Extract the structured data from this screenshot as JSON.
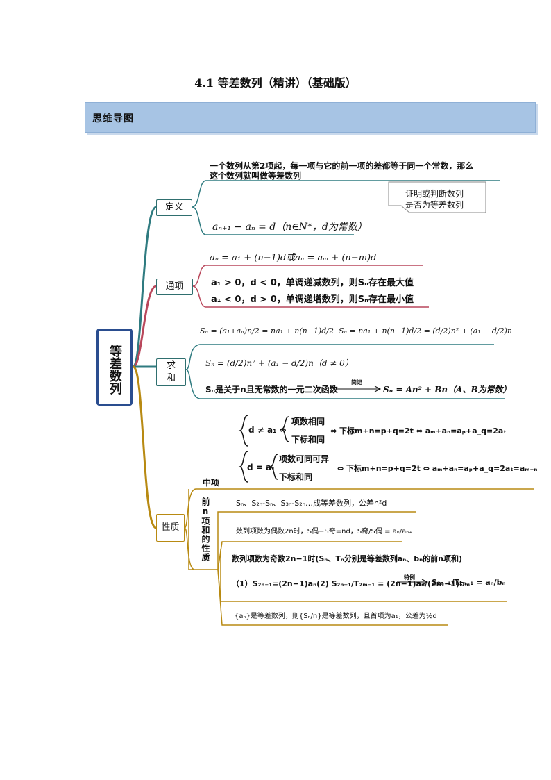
{
  "title": "4.1 等差数列（精讲）（基础版）",
  "banner": "思维导图",
  "root": "等差数列",
  "branches": {
    "definition": {
      "label": "定义",
      "text1": "一个数列从第2项起，每一项与它的前一项的差都等于同一个常数，那么",
      "text2": "这个数列就叫做等差数列",
      "callout1": "证明或判断数列",
      "callout2": "是否为等差数列",
      "formula": "aₙ₊₁ − aₙ = d（n∈N*，d为常数）"
    },
    "general_term": {
      "label": "通项",
      "formula": "aₙ = a₁ + (n−1)d或aₙ = aₘ + (n−m)d",
      "case1": "a₁ > 0，d < 0，单调递减数列，则Sₙ存在最大值",
      "case2": "a₁ < 0，d > 0，单调递增数列，则Sₙ存在最小值"
    },
    "sum": {
      "label": "求和",
      "formula1": "Sₙ = (a₁+aₙ)n/2 = na₁ + n(n−1)d/2",
      "formula2": "Sₙ = na₁ + n(n−1)d/2 = (d/2)n² + (a₁ − d/2)n",
      "formula3": "Sₙ = (d/2)n² + (a₁ − d/2)n（d ≠ 0）",
      "formula4a": "Sₙ是关于n且无常数的一元二次函数",
      "formula4arrow": "简记",
      "formula4b": "Sₙ = An² + Bn（A、B为常数）"
    },
    "properties": {
      "label": "性质",
      "mid_label": "中项",
      "sum_label": "前n项和的性质",
      "p1_cond": "d ≠ a₁ ⇔",
      "p1_a": "项数相同",
      "p1_b": "下标和同",
      "p1_result": "⇔ 下标m+n=p+q=2t ⇔ aₘ+aₙ=aₚ+a_q=2aₜ",
      "p2_cond": "d = a₁",
      "p2_a": "项数可同可异",
      "p2_b": "下标和同",
      "p2_result": "⇔ 下标m+n=p+q=2t ⇔ aₘ+aₙ=aₚ+a_q=2aₜ=aₘ₊ₙ",
      "s1": "Sₙ、S₂ₙ-Sₙ、S₃ₙ-S₂ₙ…成等差数列，公差n²d",
      "s2": "数列项数为偶数2n时，S偶−S奇=nd，S奇/S偶 = aₙ/aₙ₊₁",
      "s3": "数列项数为奇数2n−1时(Sₙ、Tₙ分别是等差数列aₙ、bₙ的前n项和)",
      "s4a": "（1）S₂ₙ₋₁=(2n−1)aₙ(2) S₂ₙ₋₁/T₂ₘ₋₁ = (2n−1)aₙ/(2m−1)bₘ",
      "s4arrow": "特例",
      "s4b": "S₂ₙ₋₁/T₂ₙ₋₁ = aₙ/bₙ",
      "s5": "{aₙ}是等差数列，则{Sₙ/n}是等差数列，且首项为a₁，公差为½d"
    }
  },
  "colors": {
    "teal": "#2f7b80",
    "pink": "#b9475b",
    "gold": "#b88a12",
    "navy": "#2a4d8f"
  }
}
